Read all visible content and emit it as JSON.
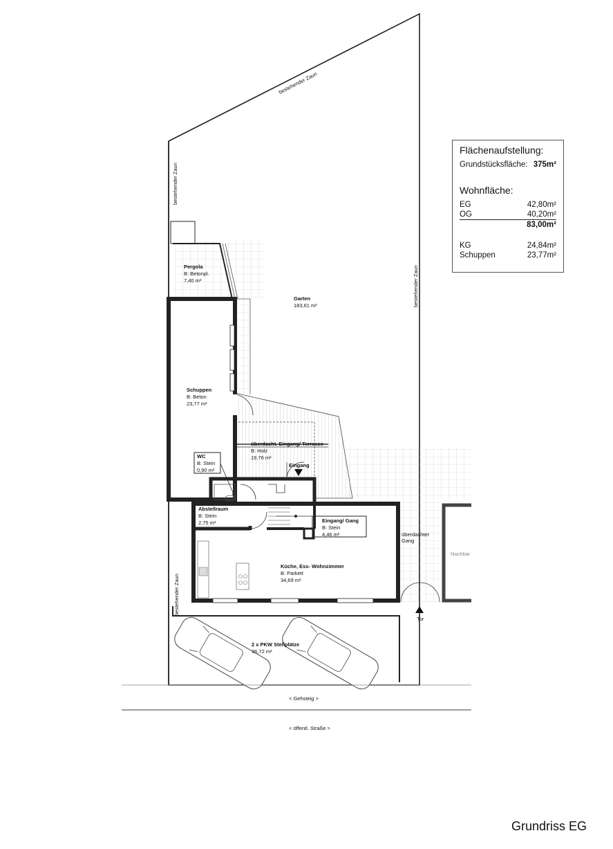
{
  "legend": {
    "title": "Flächenaufstellung:",
    "plot_label": "Grundstücksfläche:",
    "plot_value": "375m²",
    "living_title": "Wohnfläche:",
    "rows": [
      {
        "label": "EG",
        "value": "42,80m²"
      },
      {
        "label": "OG",
        "value": "40,20m²"
      }
    ],
    "total": "83,00m²",
    "extra_rows": [
      {
        "label": "KG",
        "value": "24,84m²"
      },
      {
        "label": "Schuppen",
        "value": "23,77m²"
      }
    ]
  },
  "rooms": {
    "garten": {
      "name": "Garten",
      "area": "183,61 m²"
    },
    "pergola": {
      "name": "Pergola",
      "material": "B: Betonpl.",
      "area": "7,40 m²"
    },
    "schuppen": {
      "name": "Schuppen",
      "material": "B: Beton",
      "area": "23,77 m²"
    },
    "terrasse": {
      "name": "überdacht. Eingang/ Terrasse",
      "material": "B: Holz",
      "area": "19,76 m²"
    },
    "wc": {
      "name": "WC",
      "material": "B: Stein",
      "area": "0,90 m²"
    },
    "abstellraum": {
      "name": "Abstellraum",
      "material": "B: Stein",
      "area": "2,75 m²"
    },
    "eingang_gang": {
      "name": "Eingang/ Gang",
      "material": "B: Stein",
      "area": "4,46 m²"
    },
    "kueche": {
      "name": "Küche, Ess- Wohnzimmer",
      "material": "B: Parkett",
      "area": "34,69 m²"
    },
    "stellplaetze": {
      "name": "2 x PKW Stellplätze",
      "area": "36,72 m²"
    }
  },
  "labels": {
    "zaun_top": "bestehender Zaun",
    "zaun_left": "bestehender Zaun",
    "zaun_right": "bestehender Zaun",
    "zaun_left_lower": "bestehender Zaun",
    "eingang": "Eingang",
    "gang_line1": "überdachter",
    "gang_line2": "Gang",
    "nachbar": "Nachbar",
    "tor": "Tor",
    "gehsteig": "<  Gehsteig  >",
    "strasse": "<  öffentl. Straße  >"
  },
  "plan_title": "Grundriss EG"
}
